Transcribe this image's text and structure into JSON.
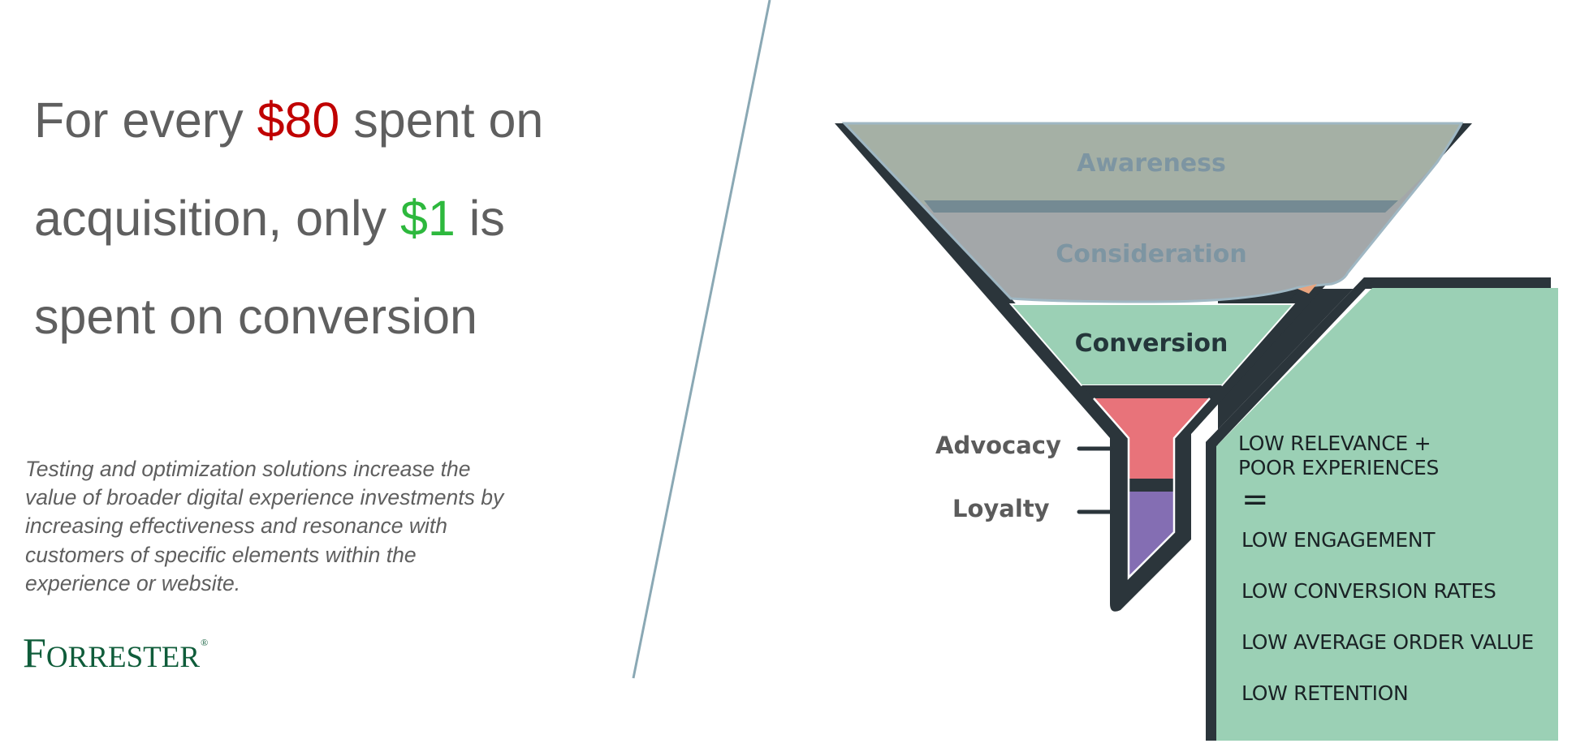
{
  "headline": {
    "part1": "For every ",
    "highlight_spend": "$80",
    "part2": " spent on acquisition, only ",
    "highlight_conversion": "$1",
    "part3": " is spent on conversion",
    "colors": {
      "text": "#5f5f5f",
      "spend": "#c00000",
      "conversion": "#2db83d"
    }
  },
  "description": "Testing and optimization solutions increase the value of broader digital experience investments by increasing effectiveness and resonance with customers of specific elements within the experience or website.",
  "logo": {
    "first": "F",
    "rest": "ORRESTER",
    "mark": "®",
    "color": "#0f5c3a"
  },
  "funnel": {
    "stages": [
      {
        "label": "Awareness",
        "fill": "#a5b0a5",
        "text_color": "#7d95a2"
      },
      {
        "label": "Consideration",
        "fill": "#a3a7a9",
        "text_color": "#7d95a2"
      },
      {
        "label": "Conversion",
        "fill": "#9bd0b5",
        "text_color": "#24363a"
      },
      {
        "label": "Advocacy",
        "fill": "#e8737a",
        "text_color": "#5b5b5b"
      },
      {
        "label": "Loyalty",
        "fill": "#846eb3",
        "text_color": "#5b5b5b"
      }
    ],
    "outline_color": "#2b353b"
  },
  "outcomes": {
    "heading_line1": "LOW RELEVANCE +",
    "heading_line2": "POOR EXPERIENCES",
    "equals": "=",
    "items": [
      "LOW ENGAGEMENT",
      "LOW CONVERSION RATES",
      "LOW AVERAGE ORDER VALUE",
      "LOW RETENTION"
    ],
    "background": "#9bd0b5"
  }
}
